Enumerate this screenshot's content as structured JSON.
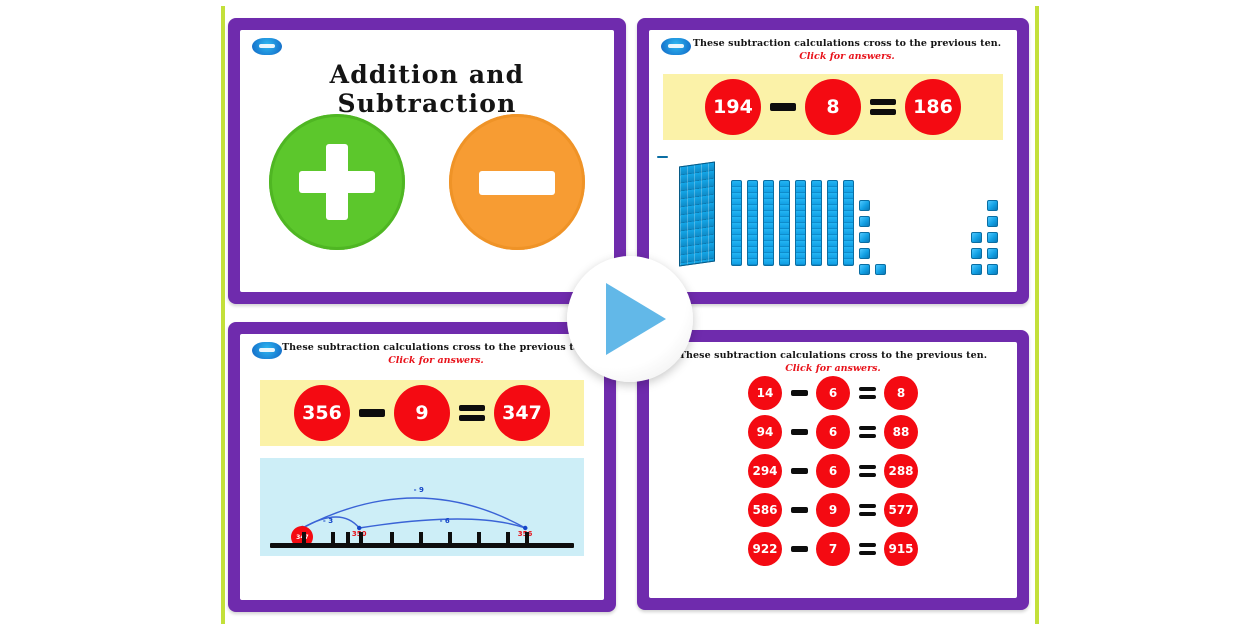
{
  "colors": {
    "frame_purple": "#6f2bad",
    "rail_lime": "#c3e03a",
    "bubble_red": "#f40a12",
    "strip_yellow": "#fbf2a8",
    "numberline_blue": "#cdeef7",
    "plus_green": "#5cc72c",
    "minus_orange": "#f79c33",
    "play_triangle_blue": "#62b8e8",
    "answer_red": "#e8121a",
    "arc_blue": "#1546c8",
    "block_blue": "#12a0e4"
  },
  "player": {
    "play_button_label": "Play",
    "play_icon": "play-triangle-icon"
  },
  "brand": {
    "logo_name": "twinkl-logo"
  },
  "lesson_header": {
    "line1": "These subtraction calculations cross to the previous ten.",
    "line2": "Click for answers."
  },
  "slides": [
    {
      "id": "title-slide",
      "title": "Addition and Subtraction",
      "operations": [
        {
          "name": "addition",
          "symbol": "+",
          "color": "#5cc72c"
        },
        {
          "name": "subtraction",
          "symbol": "-",
          "color": "#f79c33"
        }
      ]
    },
    {
      "id": "base-ten-slide",
      "header": {
        "line1": "These subtraction calculations cross to the previous ten.",
        "line2": "Click for answers."
      },
      "calculation": {
        "minuend": "194",
        "operator": "-",
        "subtrahend": "8",
        "equals": "=",
        "answer": "186"
      },
      "base_ten_blocks": {
        "hundreds_flats": 1,
        "tens_rods": 8,
        "ones_right_group": 4,
        "ones_cubes_column": 5,
        "ones_extra": 1,
        "ones_far_group": 6
      }
    },
    {
      "id": "number-line-slide",
      "header": {
        "line1": "These subtraction calculations cross to the previous ten.",
        "line2": "Click for answers."
      },
      "calculation": {
        "minuend": "356",
        "operator": "-",
        "subtrahend": "9",
        "equals": "=",
        "answer": "347"
      },
      "number_line": {
        "start_marker": "347",
        "labels": [
          {
            "text": "350",
            "position_pct": 30
          },
          {
            "text": "356",
            "position_pct": 85
          }
        ],
        "jumps": [
          {
            "label": "- 3",
            "position_pct": 17
          },
          {
            "label": "- 6",
            "position_pct": 57
          },
          {
            "label": "- 9",
            "position_pct": 50
          }
        ]
      }
    },
    {
      "id": "practice-slide",
      "header": {
        "line1": "These subtraction calculations cross to the previous ten.",
        "line2": "Click for answers."
      },
      "calculations": [
        {
          "minuend": "14",
          "operator": "-",
          "subtrahend": "6",
          "equals": "=",
          "answer": "8"
        },
        {
          "minuend": "94",
          "operator": "-",
          "subtrahend": "6",
          "equals": "=",
          "answer": "88"
        },
        {
          "minuend": "294",
          "operator": "-",
          "subtrahend": "6",
          "equals": "=",
          "answer": "288"
        },
        {
          "minuend": "586",
          "operator": "-",
          "subtrahend": "9",
          "equals": "=",
          "answer": "577"
        },
        {
          "minuend": "922",
          "operator": "-",
          "subtrahend": "7",
          "equals": "=",
          "answer": "915"
        }
      ]
    }
  ]
}
